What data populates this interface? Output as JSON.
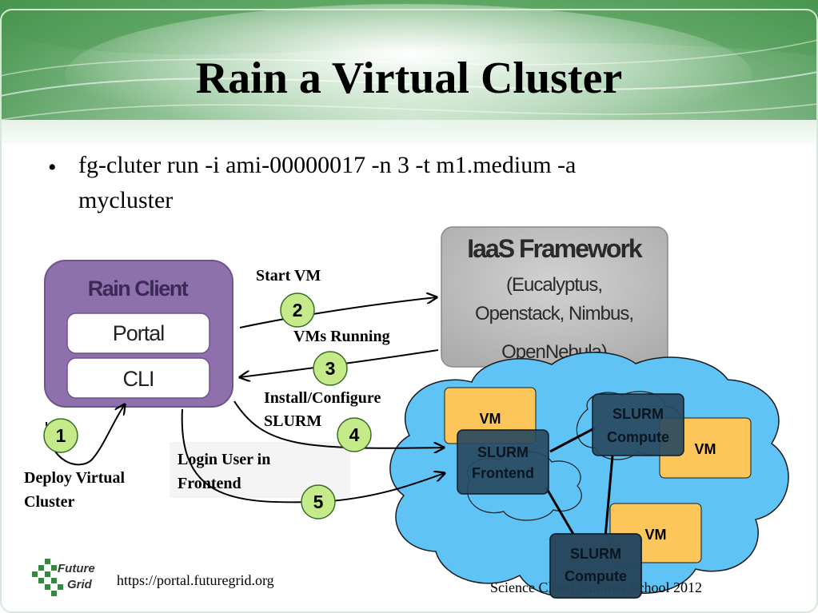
{
  "slide": {
    "title": "Rain a Virtual Cluster",
    "bullet": {
      "line1": "fg-cluter run -i ami-00000017 -n 3 -t m1.medium -a",
      "line2": "mycluster"
    }
  },
  "rain_client": {
    "title": "Rain Client",
    "portal": "Portal",
    "cli": "CLI"
  },
  "iaas": {
    "title": "IaaS Framework",
    "line1": "(Eucalyptus,",
    "line2": "Openstack, Nimbus,",
    "line3": "OpenNebula)"
  },
  "steps": {
    "s1": "1",
    "s2": "2",
    "s3": "3",
    "s4": "4",
    "s5": "5"
  },
  "labels": {
    "start_vm": "Start VM",
    "vms_running": "VMs Running",
    "install_line1": "Install/Configure",
    "install_line2": "SLURM",
    "login_line1": "Login User in",
    "login_line2": "Frontend",
    "deploy_line1": "Deploy Virtual",
    "deploy_line2": "Cluster"
  },
  "cloud": {
    "vm_label": "VM",
    "slurm": "SLURM",
    "frontend": "Frontend",
    "compute": "Compute"
  },
  "footer": {
    "url": "https://portal.futuregrid.org",
    "event": "Science Cloud Summer School 2012",
    "logo_line1": "Future",
    "logo_line2": "Grid"
  },
  "colors": {
    "rain_client": "#8e70ad",
    "iaas": "#c0c0c0",
    "cloud": "#60c3f5",
    "vm": "#fcc65a",
    "slurm": "#294960",
    "step_circle": "#c4ea8a"
  }
}
